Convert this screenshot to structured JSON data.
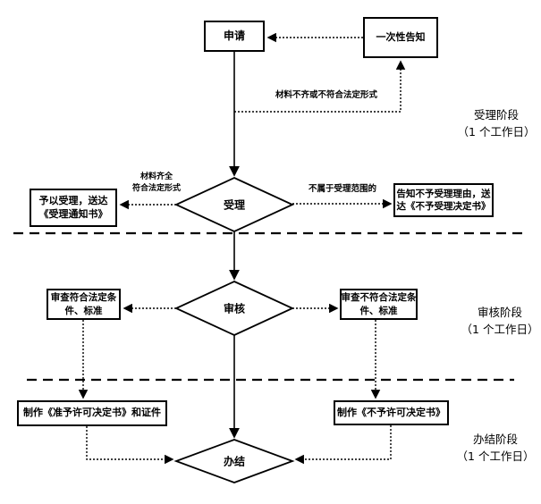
{
  "nodes": {
    "apply": {
      "label": "申请"
    },
    "one_time_notice": {
      "label": "一次性告知"
    },
    "accept_decision": {
      "label": "受理"
    },
    "grant_accept": {
      "line1": "予以受理，送达",
      "line2": "《受理通知书》"
    },
    "reject_accept": {
      "line1": "告知不予受理理由，送",
      "line2": "达《不予受理决定书》"
    },
    "review_decision": {
      "label": "审核"
    },
    "review_pass": {
      "line1": "审查符合法定条",
      "line2": "件、标准"
    },
    "review_fail": {
      "line1": "审查不符合法定条",
      "line2": "件、标准"
    },
    "make_grant": {
      "label": "制作《准予许可决定书》和证件"
    },
    "make_reject": {
      "label": "制作《不予许可决定书》"
    },
    "complete": {
      "label": "办结"
    }
  },
  "edge_labels": {
    "materials_incomplete": "材料不齐或不符合法定形式",
    "materials_complete_line1": "材料齐全",
    "materials_complete_line2": "符合法定形式",
    "out_of_scope": "不属于受理范围的"
  },
  "stages": [
    {
      "name": "受理阶段",
      "duration": "（1 个工作日）"
    },
    {
      "name": "审核阶段",
      "duration": "（1 个工作日）"
    },
    {
      "name": "办结阶段",
      "duration": "（1 个工作日）"
    }
  ],
  "colors": {
    "line": "#000000",
    "background": "#ffffff"
  }
}
